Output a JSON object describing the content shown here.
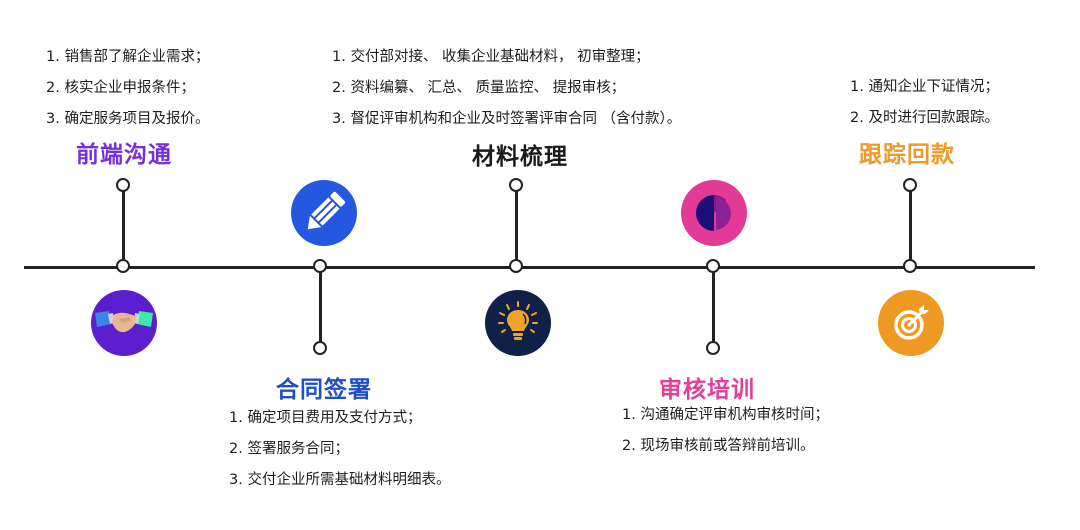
{
  "stages": [
    {
      "id": "frontend",
      "title": "前端沟通",
      "color": "#7a2fd6",
      "icon": "handshake-icon",
      "icon_bg": "#5b1fd0",
      "items": [
        "1. 销售部了解企业需求；",
        "2. 核实企业申报条件；",
        "3. 确定服务项目及报价。"
      ]
    },
    {
      "id": "contract",
      "title": "合同签署",
      "color": "#1f4fc7",
      "icon": "pencil-icon",
      "icon_bg": "#2458e0",
      "items": [
        "1. 确定项目费用及支付方式；",
        "2. 签署服务合同；",
        "3. 交付企业所需基础材料明细表。"
      ]
    },
    {
      "id": "materials",
      "title": "材料梳理",
      "color": "#1a1a1a",
      "icon": "lightbulb-icon",
      "icon_bg": "#0f2147",
      "items": [
        "1. 交付部对接、 收集企业基础材料， 初审整理；",
        "2. 资料编纂、 汇总、 质量监控、 提报审核；",
        "3. 督促评审机构和企业及时签署评审合同 （含付款）。"
      ]
    },
    {
      "id": "training",
      "title": "审核培训",
      "color": "#e0409a",
      "icon": "pie-chart-icon",
      "icon_bg": "#e23a96",
      "items": [
        "1. 沟通确定评审机构审核时间；",
        "2. 现场审核前或答辩前培训。"
      ]
    },
    {
      "id": "payment",
      "title": "跟踪回款",
      "color": "#ec9a2c",
      "icon": "target-icon",
      "icon_bg": "#ee9a22",
      "items": [
        "1. 通知企业下证情况；",
        "2. 及时进行回款跟踪。"
      ]
    }
  ]
}
